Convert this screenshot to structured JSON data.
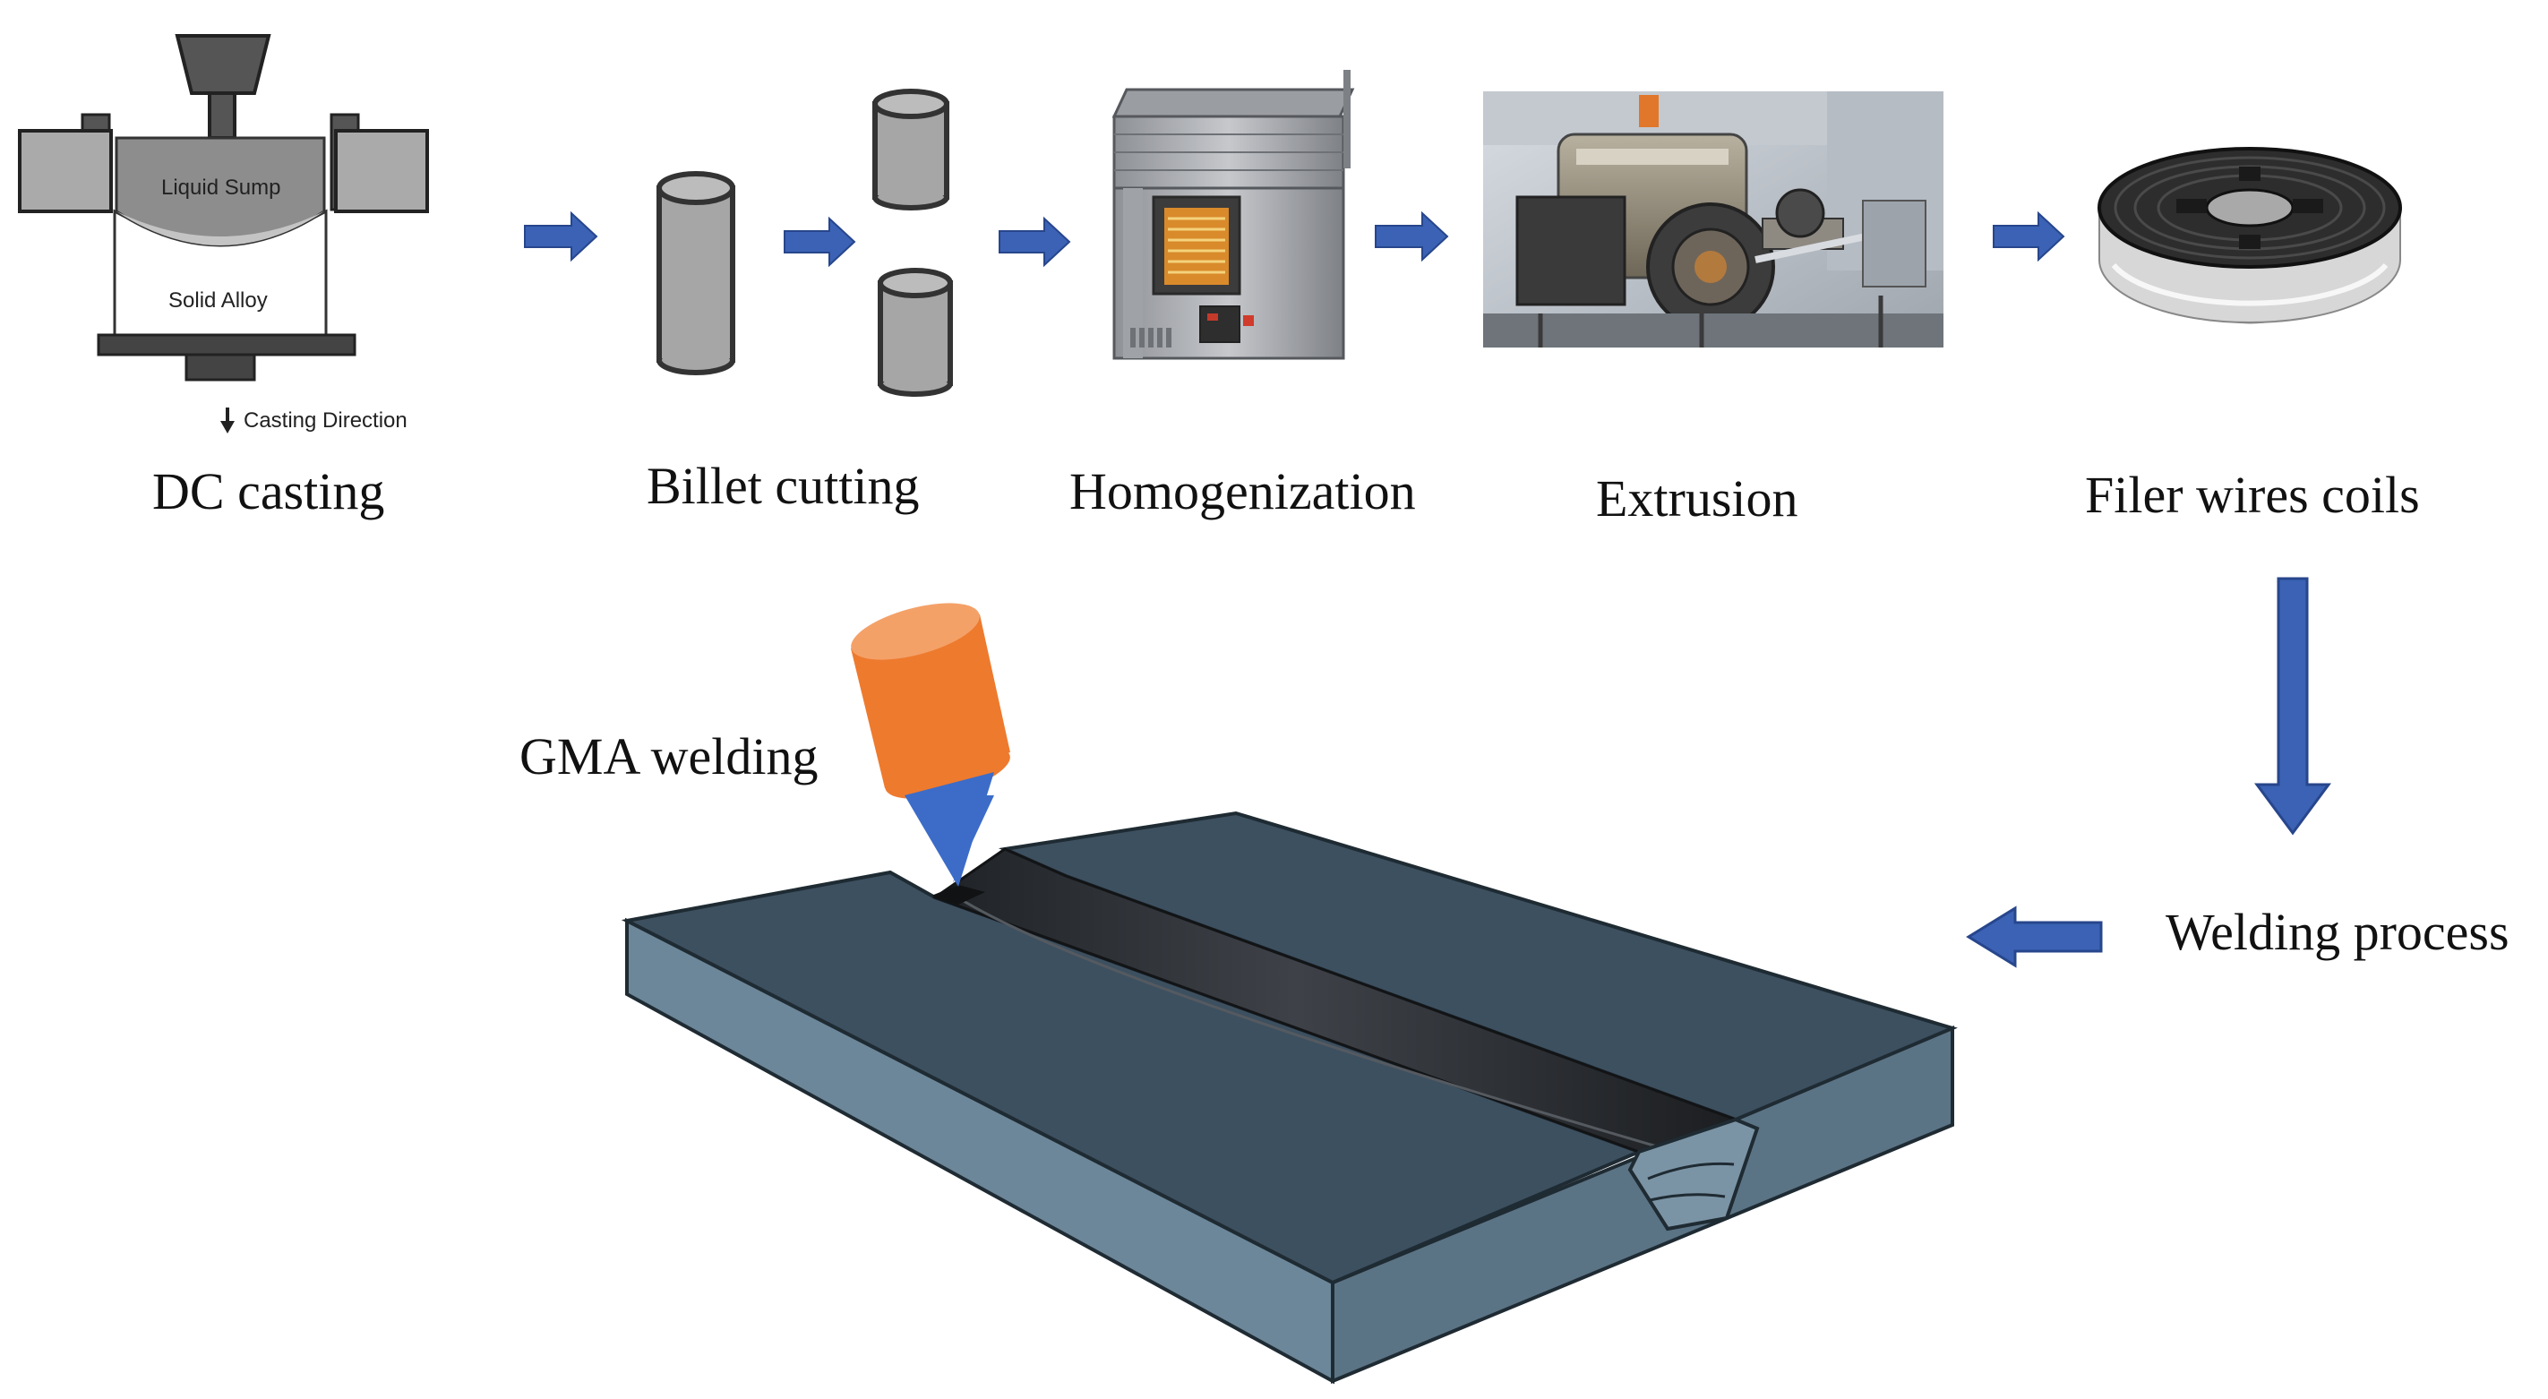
{
  "colors": {
    "arrow": "#3b62b4",
    "arrow_edge": "#27468c",
    "plate_top": "#3d5060",
    "plate_side": "#6c8799",
    "plate_edge": "#1f2b33",
    "bead": "#2a2d31",
    "torch_body": "#ee7a2e",
    "torch_top": "#f4a168",
    "torch_nozzle": "#3c6cc8",
    "billet_fill": "#a6a6a6",
    "billet_stroke": "#333333"
  },
  "process_steps": [
    {
      "id": "dc-casting",
      "label": "DC casting",
      "icon": "dc-casting-mold-icon"
    },
    {
      "id": "billet-cutting",
      "label": "Billet cutting",
      "icon": "billet-icon"
    },
    {
      "id": "homogenization",
      "label": "Homogenization",
      "icon": "furnace-icon"
    },
    {
      "id": "extrusion",
      "label": "Extrusion",
      "icon": "extrusion-press-icon"
    },
    {
      "id": "filler-wires",
      "label": "Filer wires coils",
      "icon": "wire-spool-icon"
    }
  ],
  "casting_diagram": {
    "liquid_label": "Liquid Sump",
    "solid_label": "Solid Alloy",
    "direction_label": "Casting Direction"
  },
  "welding": {
    "process_label": "Welding process",
    "method_label": "GMA welding",
    "torch_icon": "welding-torch-icon",
    "plate_icon": "welded-plate-icon"
  }
}
